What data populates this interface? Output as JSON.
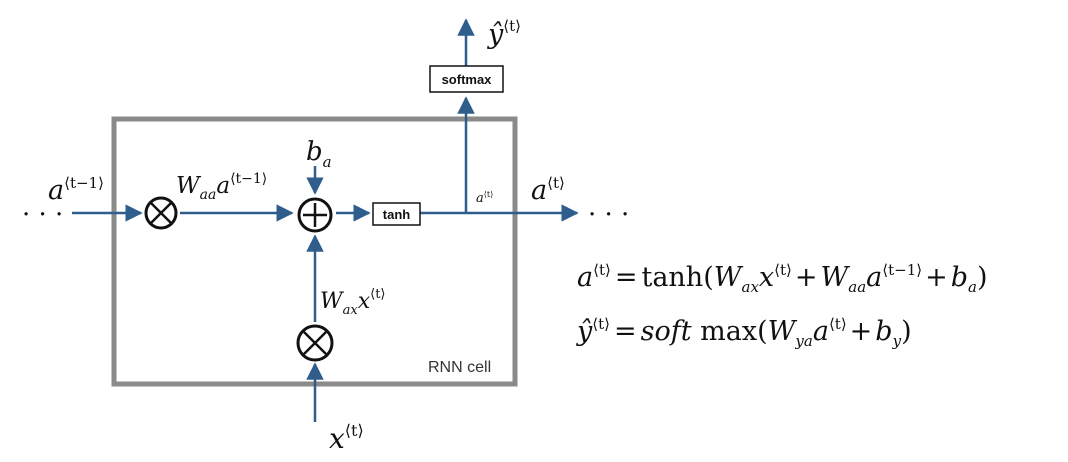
{
  "diagram": {
    "cell_label": "RNN cell",
    "softmax_label": "softmax",
    "tanh_label": "tanh",
    "ellipsis_left": "· · ·",
    "ellipsis_right": "· · ·",
    "inputs": {
      "a_prev": {
        "base": "a",
        "sup": "⟨t−1⟩"
      },
      "x_t": {
        "base": "x",
        "sup": "⟨t⟩"
      },
      "b_a": {
        "base": "b",
        "sub": "a"
      }
    },
    "outputs": {
      "a_t": {
        "base": "a",
        "sup": "⟨t⟩"
      },
      "a_t_small": {
        "base": "a",
        "sup": "⟨t⟩"
      },
      "y_hat": {
        "base": "ŷ",
        "sup": "⟨t⟩"
      }
    },
    "products": {
      "waa_term": {
        "W": "W",
        "sub": "aa",
        "a": "a",
        "sup": "⟨t−1⟩"
      },
      "wax_term": {
        "W": "W",
        "sub": "ax",
        "x": "x",
        "sup": "⟨t⟩"
      }
    },
    "operators": {
      "multiply": "⊗",
      "add": "⊕"
    }
  },
  "equations": {
    "eq1": {
      "lhs": "a",
      "lhs_sup": "⟨t⟩",
      "eq": "=",
      "fn": "tanh(",
      "w1": "W",
      "w1_sub": "ax",
      "v1": "x",
      "v1_sup": "⟨t⟩",
      "plus1": "+",
      "w2": "W",
      "w2_sub": "aa",
      "v2": "a",
      "v2_sup": "⟨t−1⟩",
      "plus2": "+",
      "b": "b",
      "b_sub": "a",
      "close": ")"
    },
    "eq2": {
      "lhs": "ŷ",
      "lhs_sup": "⟨t⟩",
      "eq": "=",
      "fn_it": "soft",
      "fn_rom": " max(",
      "w": "W",
      "w_sub": "ya",
      "v": "a",
      "v_sup": "⟨t⟩",
      "plus": "+",
      "b": "b",
      "b_sub": "y",
      "close": ")"
    }
  },
  "colors": {
    "arrow": "#2f5d8c",
    "cell_border": "#8a8a8a",
    "ink": "#111111"
  }
}
